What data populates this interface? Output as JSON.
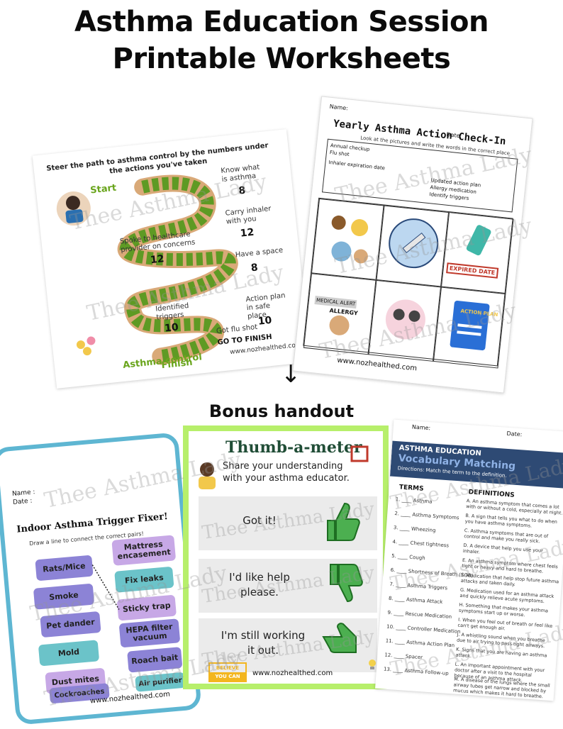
{
  "page": {
    "title_line1": "Asthma Education Session",
    "title_line2": "Printable Worksheets",
    "bonus_label": "Bonus handout",
    "arrow": "↓",
    "watermark": "Thee Asthma Lady"
  },
  "game": {
    "heading": "Steer the path to asthma control by the numbers under the actions you've taken",
    "start": "Start",
    "finish": "Finish",
    "goal": "Asthma control",
    "goto_finish": "GO TO FINISH",
    "url": "www.nozhealthed.com",
    "actions": [
      {
        "label": "Know what is asthma",
        "value": "8"
      },
      {
        "label": "Carry inhaler with you",
        "value": "12"
      },
      {
        "label": "Spoke to healthcare provider on concerns",
        "value": "12"
      },
      {
        "label": "Have a space",
        "value": "8"
      },
      {
        "label": "Identified triggers",
        "value": "10"
      },
      {
        "label": "Action plan in safe place",
        "value": "10"
      },
      {
        "label": "Got flu shot",
        "value": ""
      }
    ]
  },
  "yearly": {
    "name_label": "Name:",
    "date_label": "Date:",
    "heading": "Yearly Asthma Action Check-In",
    "instructions": "Look at the pictures and write the words in the correct place",
    "words": [
      "Annual checkup",
      "Flu shot",
      "Inhaler expiration date",
      "Updated action plan",
      "Allergy medication",
      "Identify triggers"
    ],
    "expired_label": "EXPIRED DATE",
    "alert_label": "MEDICAL ALERT",
    "allergy_label": "ALLERGY",
    "plan_label": "ACTION PLAN",
    "url": "www.nozhealthed.com"
  },
  "trigger": {
    "name_label": "Name :",
    "date_label": "Date :",
    "heading": "Indoor Asthma Trigger Fixer!",
    "instructions": "Draw a line to connect the correct pairs!",
    "left": [
      "Rats/Mice",
      "Smoke",
      "Pet dander",
      "Mold",
      "Dust mites",
      "Cockroaches"
    ],
    "right": [
      "Mattress encasement",
      "Fix leaks",
      "Sticky trap",
      "HEPA filter vacuum",
      "Roach bait",
      "Air purifier"
    ],
    "url": "www.nozhealthed.com"
  },
  "thumb": {
    "heading": "Thumb-a-meter",
    "subtitle_1": "Share your understanding",
    "subtitle_2": "with your asthma educator.",
    "rows": [
      {
        "text_1": "Got it!",
        "text_2": ""
      },
      {
        "text_1": "I'd like help",
        "text_2": "please."
      },
      {
        "text_1": "I'm still working",
        "text_2": "it out."
      }
    ],
    "believe": "BELIEVE",
    "you_can": "YOU CAN",
    "url": "www.nozhealthed.com"
  },
  "vocab": {
    "name_label": "Name:",
    "date_label": "Date:",
    "band_1": "ASTHMA EDUCATION",
    "band_2": "Vocabulary Matching",
    "band_3": "Directions: Match the term to the definition.",
    "terms_heading": "TERMS",
    "defs_heading": "DEFINITIONS",
    "terms": [
      "1. ____ Asthma",
      "2. ____ Asthma Symptoms",
      "3. ____ Wheezing",
      "4. ____ Chest tightness",
      "5. ____ Cough",
      "6. ____ Shortness of Breath (SOB)",
      "7. ____ Asthma Triggers",
      "8. ____ Asthma Attack",
      "9. ____ Rescue Medication",
      "10. ____ Controller Medication",
      "11. ____ Asthma Action Plan",
      "12. ____ Spacer",
      "13. ____ Asthma Follow-up"
    ],
    "definitions": [
      "A. An asthma symptom that comes a lot with or without a cold, especially at night.",
      "B. A sign that tells you what to do when you have asthma symptoms.",
      "C. Asthma symptoms that are out of control and make you really sick.",
      "D. A device that help you use your inhaler.",
      "E. An asthma symptom where chest feels tight or heavy and hard to breathe.",
      "F. Medication that help stop future asthma attacks and taken daily.",
      "G. Medication used for an asthma attack and quickly relieve acute symptoms.",
      "H. Something that makes your asthma symptoms start up or worse.",
      "I. When you feel out of breath or feel like can't get enough air.",
      "J. A whistling sound when you breathe due to air trying to pass tight airways.",
      "K. Signs that you are having an asthma attack.",
      "L. An important appointment with your doctor after a visit to the hospital because of an asthma attack.",
      "M. A disease of the lungs where the small airway tubes get narrow and blocked by mucus which makes it hard to breathe."
    ]
  },
  "colors": {
    "board_green": "#5e9a24",
    "frame_blue": "#5eb6d2",
    "frame_lime": "#b7ef6b",
    "vocab_band": "#2e4a74",
    "thumb_green": "#4caf50"
  }
}
